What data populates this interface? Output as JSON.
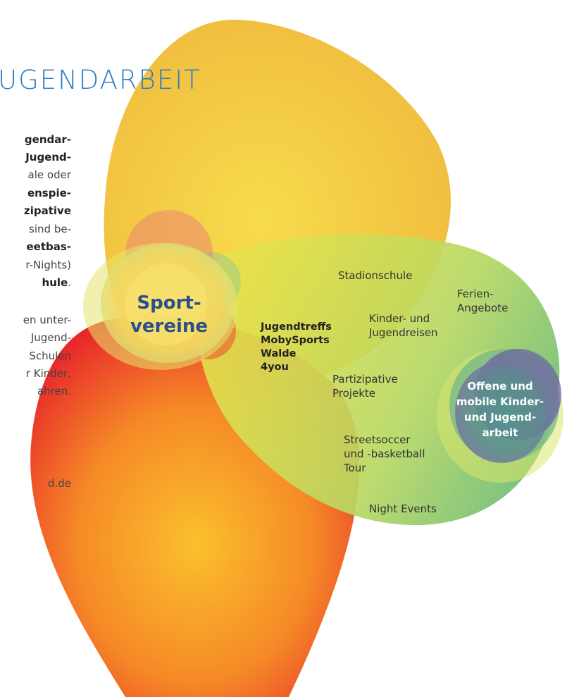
{
  "heading": "UGENDARBEIT",
  "body": {
    "lines": [
      {
        "bold": "gendar-",
        "text": ""
      },
      {
        "bold": "Jugend-",
        "text": ""
      },
      {
        "bold": "",
        "text": "ale oder"
      },
      {
        "bold": "enspie-",
        "text": ""
      },
      {
        "bold": "zipative",
        "text": ""
      },
      {
        "bold": "",
        "text": "sind be-"
      },
      {
        "bold": "eetbas-",
        "text": ""
      },
      {
        "bold": "",
        "text": "r-Nights)"
      },
      {
        "bold": "hule",
        "text": "."
      }
    ],
    "lines2": [
      "en unter-",
      "Jugend-",
      "Schulen",
      "r Kinder,",
      "ahren."
    ],
    "footer": "d.de"
  },
  "diagram": {
    "sport": "Sport-\nvereine",
    "jugendtreffs": [
      "Jugendtreffs",
      "MobySports",
      "Walde",
      "4you"
    ],
    "stadionschule": "Stadionschule",
    "ferien": [
      "Ferien-",
      "Angebote"
    ],
    "kinder": [
      "Kinder- und",
      "Jugendreisen"
    ],
    "partizipative": [
      "Partizipative",
      "Projekte"
    ],
    "streetsoccer": [
      "Streetsoccer",
      "und -basketball",
      "Tour"
    ],
    "night": "Night Events",
    "offene": [
      "Offene und",
      "mobile Kinder-",
      "und Jugend-",
      "arbeit"
    ]
  },
  "colors": {
    "heading": "#2b7cc3",
    "sport_text": "#2a4f8a",
    "yellow": "#f2c94c",
    "red": "#e8352a",
    "green": "#8fc76a",
    "purple": "#6c5a9e"
  }
}
